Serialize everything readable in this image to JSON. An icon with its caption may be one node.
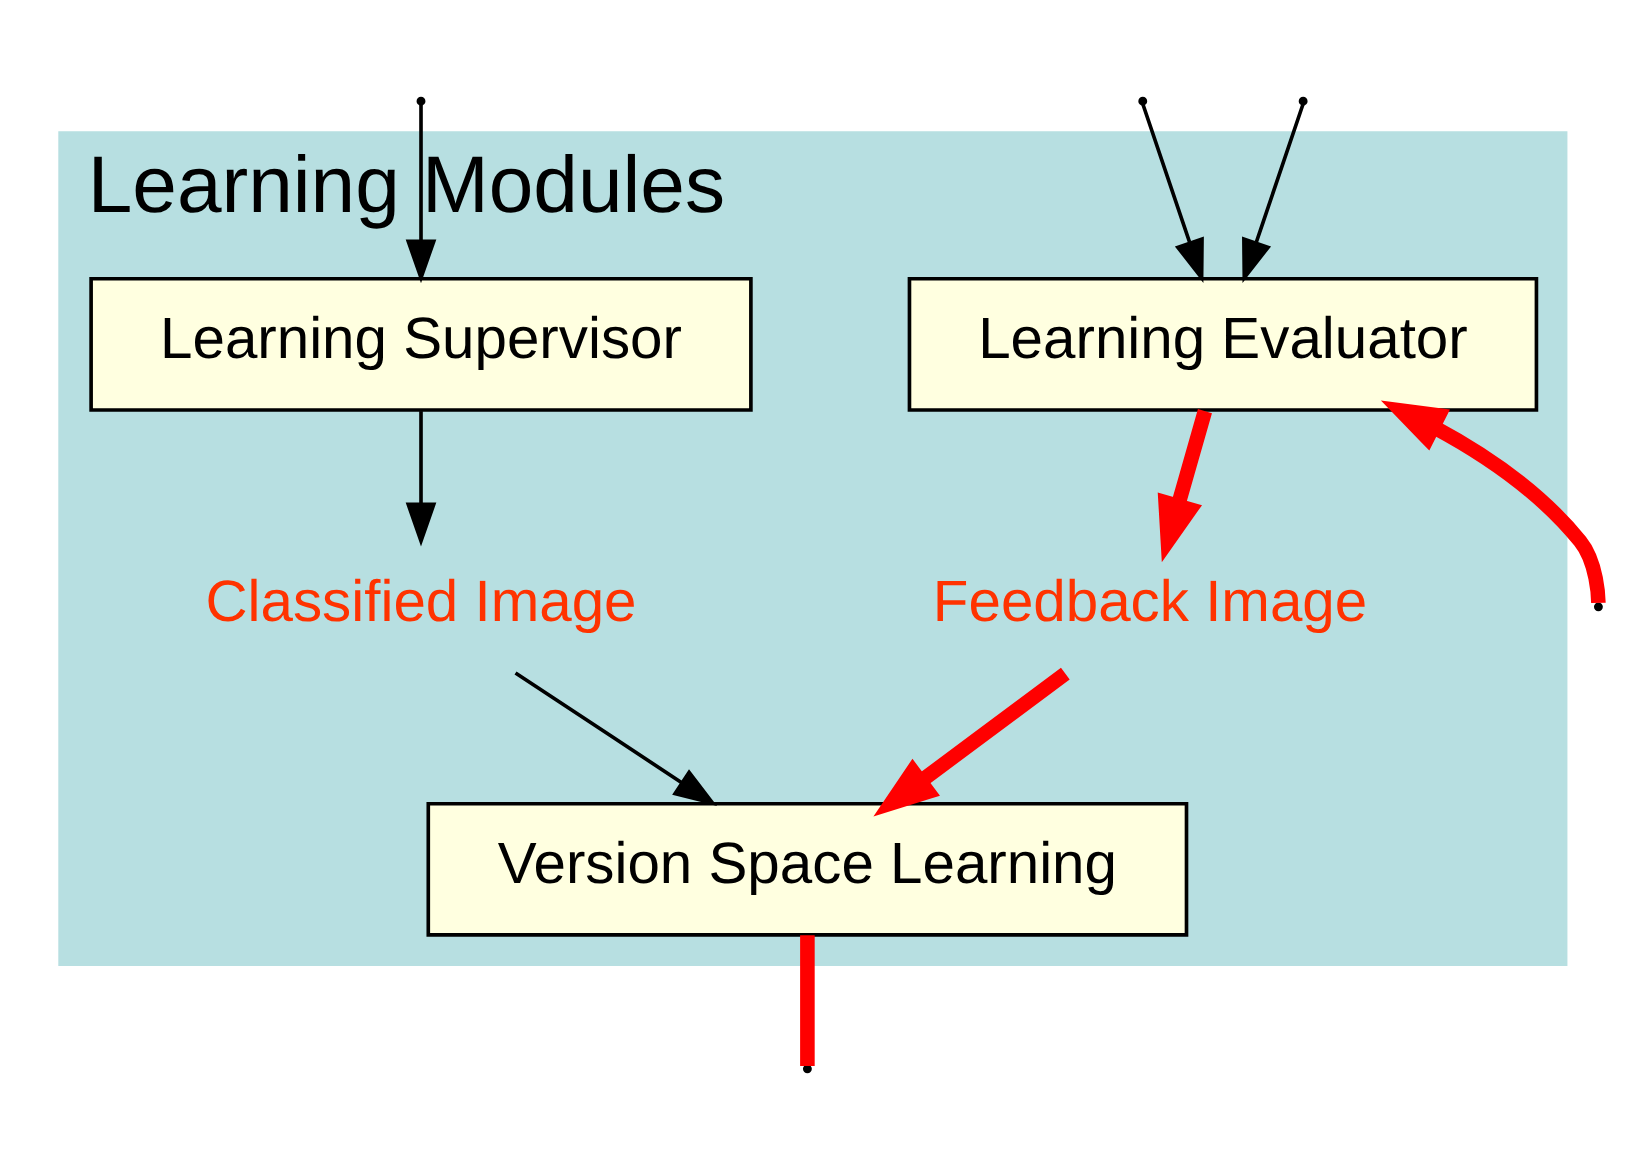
{
  "diagram": {
    "nodes": [
      {
        "text": [
          "Learning Modules"
        ]
      },
      {
        "text": [
          "Learning Supervisor"
        ],
        "in": 0
      },
      {
        "text": [
          "Learning Evaluator"
        ],
        "in": 0
      },
      {
        "text": [
          "Classified Image"
        ],
        "in": 0
      },
      {
        "text": [
          "Feedback Image"
        ],
        "in": 0
      },
      {
        "text": [
          "Version Space Learning"
        ],
        "in": 0
      }
    ],
    "edges": [
      {
        "from": null,
        "to": 1,
        "arrow": "to"
      },
      {
        "from": null,
        "to": 2,
        "arrow": "to",
        "style": "thick",
        "color": "#ff0000"
      },
      {
        "from": null,
        "to": 2,
        "arrow": "to"
      },
      {
        "from": null,
        "to": 2,
        "arrow": "to"
      },
      {
        "from": 2,
        "to": 4,
        "arrow": "to",
        "style": "thick",
        "color": "#ff0000"
      },
      {
        "from": 1,
        "to": 3,
        "arrow": "to"
      },
      {
        "from": 4,
        "to": 5,
        "arrow": "to",
        "style": "thick",
        "color": "#ff0000"
      },
      {
        "from": 3,
        "to": 5,
        "arrow": "to"
      },
      {
        "from": 5,
        "to": null,
        "arrow": "none",
        "style": "thick",
        "color": "#ff0000"
      }
    ]
  }
}
